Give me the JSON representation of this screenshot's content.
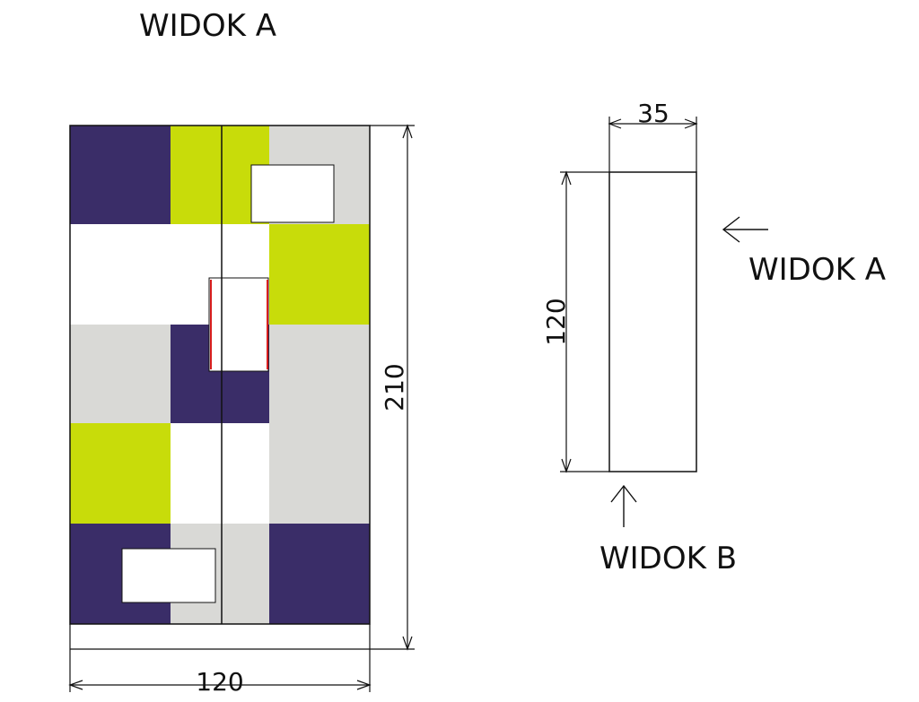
{
  "front_view": {
    "title": "WIDOK A",
    "width_dimension": "120",
    "height_dimension": "210"
  },
  "side_view": {
    "depth_dimension": "35",
    "height_dimension": "120",
    "arrow_a_label": "WIDOK A",
    "arrow_b_label": "WIDOK B"
  },
  "colors": {
    "navy": "#3a2d68",
    "lime": "#c8dc0a",
    "grey": "#d9d9d6",
    "white": "#ffffff",
    "line": "#111111",
    "accent_red": "#d81e1e"
  }
}
